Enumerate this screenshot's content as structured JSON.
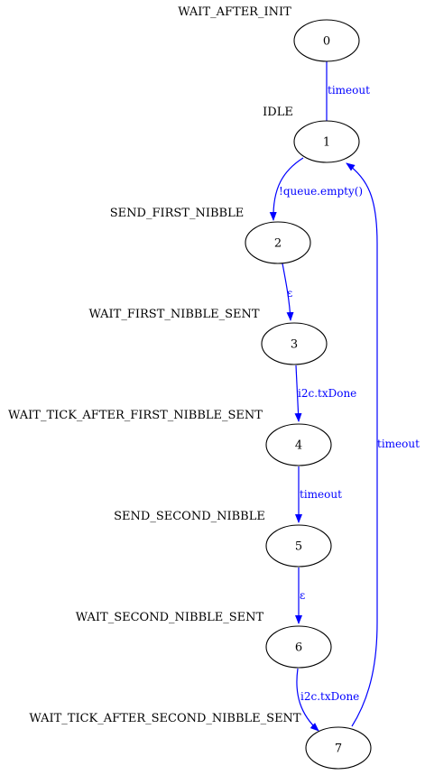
{
  "diagram": {
    "edge_color": "#0000ff",
    "states": [
      {
        "id": "0",
        "label": "0",
        "name": "WAIT_AFTER_INIT"
      },
      {
        "id": "1",
        "label": "1",
        "name": "IDLE"
      },
      {
        "id": "2",
        "label": "2",
        "name": "SEND_FIRST_NIBBLE"
      },
      {
        "id": "3",
        "label": "3",
        "name": "WAIT_FIRST_NIBBLE_SENT"
      },
      {
        "id": "4",
        "label": "4",
        "name": "WAIT_TICK_AFTER_FIRST_NIBBLE_SENT"
      },
      {
        "id": "5",
        "label": "5",
        "name": "SEND_SECOND_NIBBLE"
      },
      {
        "id": "6",
        "label": "6",
        "name": "WAIT_SECOND_NIBBLE_SENT"
      },
      {
        "id": "7",
        "label": "7",
        "name": "WAIT_TICK_AFTER_SECOND_NIBBLE_SENT"
      }
    ],
    "transitions": [
      {
        "from": "0",
        "to": "1",
        "label": "timeout"
      },
      {
        "from": "1",
        "to": "2",
        "label": "!queue.empty()"
      },
      {
        "from": "2",
        "to": "3",
        "label": "ε"
      },
      {
        "from": "3",
        "to": "4",
        "label": "i2c.txDone"
      },
      {
        "from": "4",
        "to": "5",
        "label": "timeout"
      },
      {
        "from": "5",
        "to": "6",
        "label": "ε"
      },
      {
        "from": "6",
        "to": "7",
        "label": "i2c.txDone"
      },
      {
        "from": "7",
        "to": "1",
        "label": "timeout"
      }
    ]
  }
}
